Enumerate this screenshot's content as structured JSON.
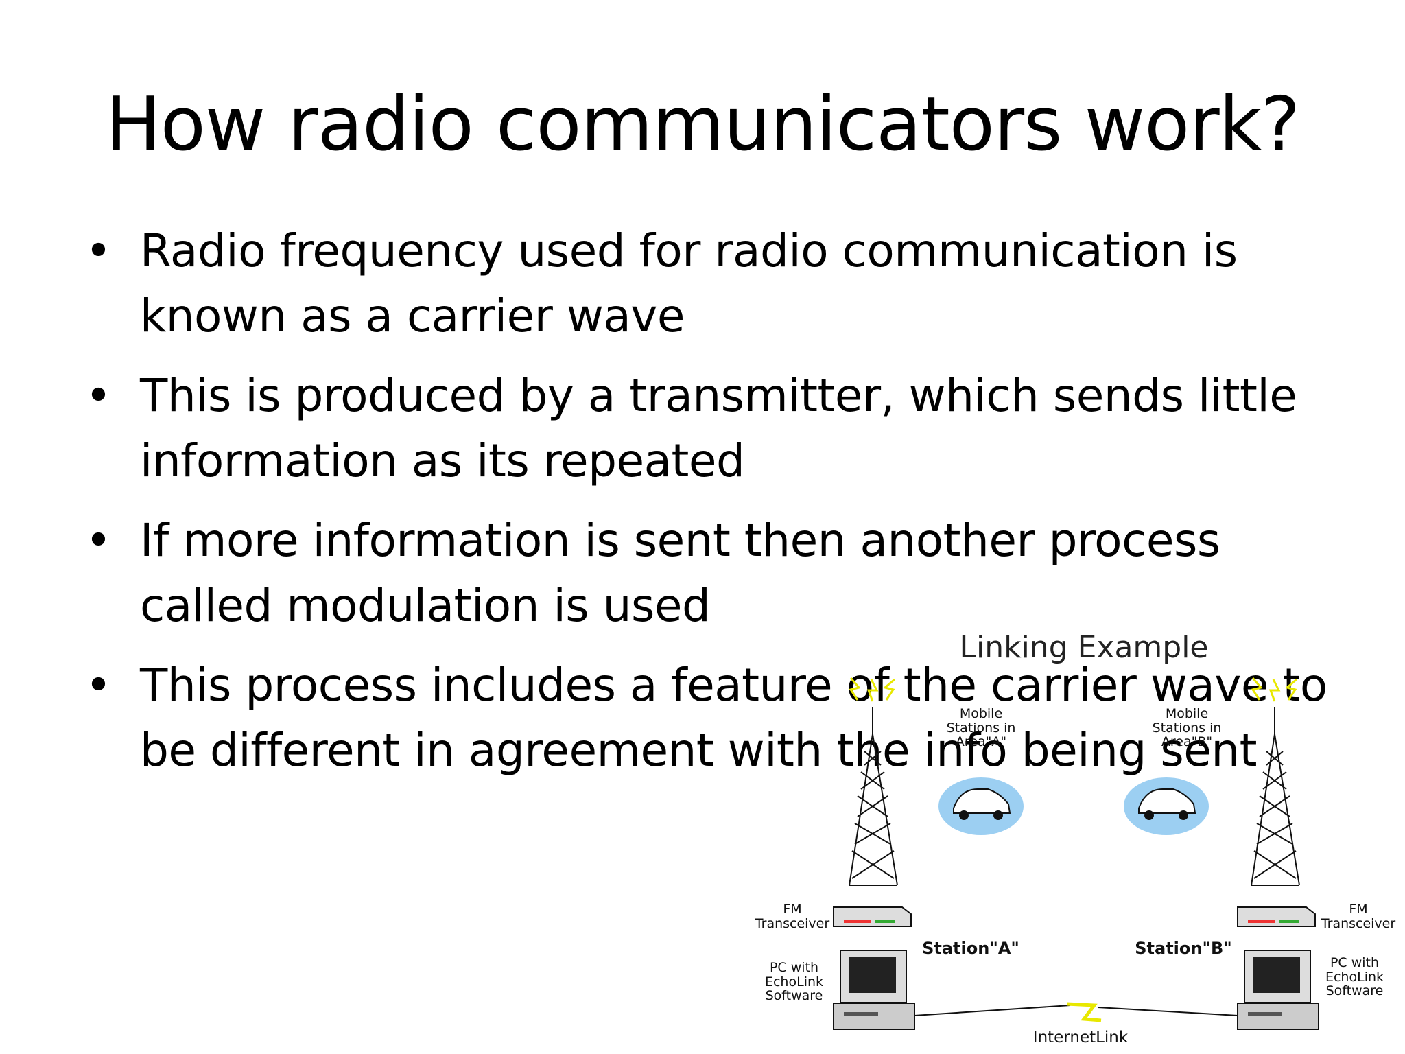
{
  "slide": {
    "title": "How radio communicators work?",
    "bullets": [
      "Radio frequency used for radio communication is known as a carrier wave",
      "This is produced by a transmitter, which sends little information as its repeated",
      "If more information is sent then another process called modulation is used",
      "This process includes a feature of the carrier wave to be different in agreement with the info being sent"
    ]
  },
  "diagram": {
    "title": "Linking Example",
    "mobile_left": "Mobile Stations in Area\"A\"",
    "mobile_right": "Mobile Stations in Area\"B\"",
    "fm_left": "FM Transceiver",
    "fm_right": "FM Transceiver",
    "pc_left": "PC with EchoLink Software",
    "pc_right": "PC with EchoLink Software",
    "station_a": "Station\"A\"",
    "station_b": "Station\"B\"",
    "internet": "InternetLink",
    "icons": [
      "radio-tower-icon",
      "car-icon",
      "radio-transceiver-icon",
      "computer-icon",
      "lightning-link-icon"
    ],
    "colors": {
      "signal": "#e8e800",
      "car_aura": "#4aa8e8",
      "link": "#e8e800"
    }
  }
}
